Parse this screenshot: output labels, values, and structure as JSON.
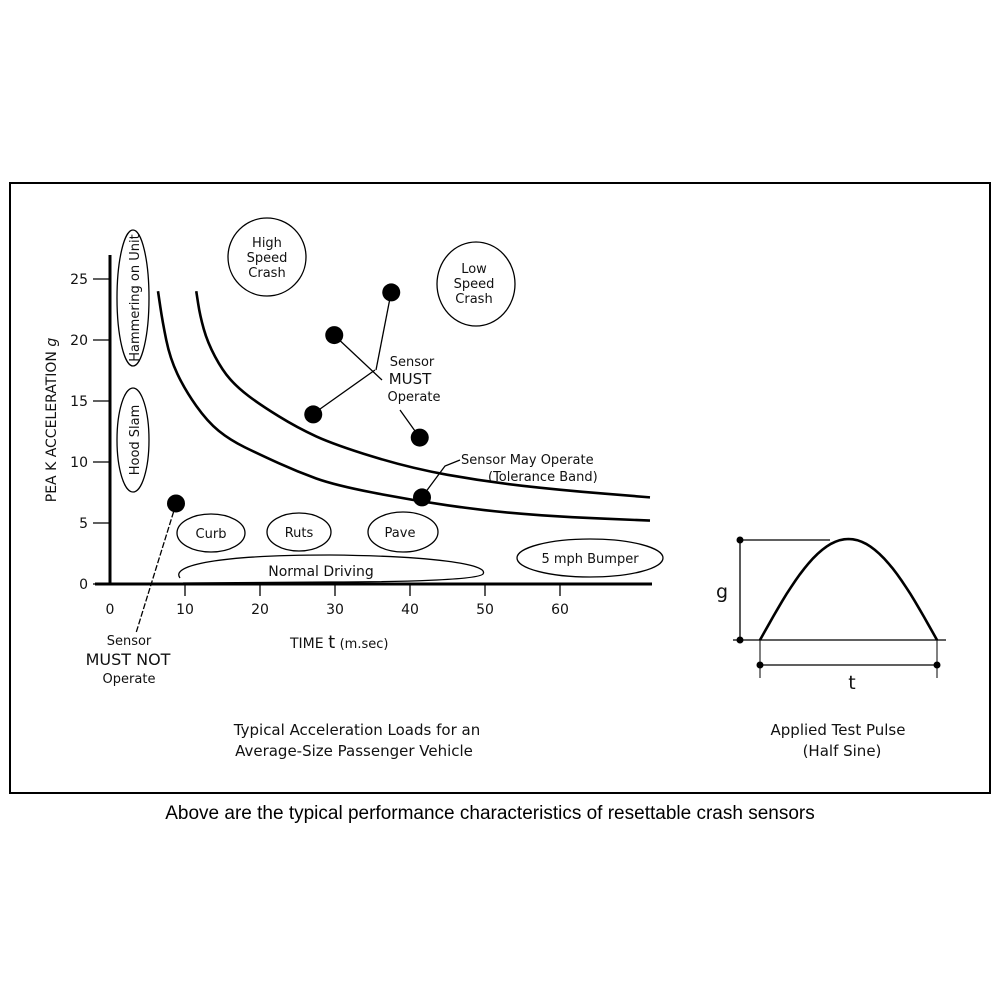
{
  "chart_data": {
    "type": "line",
    "title": "Typical Acceleration Loads for an",
    "title_line2": "Average-Size Passenger Vehicle",
    "xlabel": "TIME",
    "xlabel_symbol": "t",
    "xlabel_unit": "(m.sec)",
    "ylabel": "PEA K ACCELERATION",
    "ylabel_symbol": "g",
    "xlim": [
      0,
      72
    ],
    "ylim": [
      0,
      27
    ],
    "x_ticks": [
      "0",
      "10",
      "20",
      "30",
      "40",
      "50",
      "60"
    ],
    "y_ticks": [
      "0",
      "5",
      "10",
      "15",
      "20",
      "25"
    ],
    "series": [
      {
        "name": "lower-threshold",
        "x": [
          6.4,
          7,
          8,
          10,
          13,
          16,
          20,
          25,
          30,
          40,
          50,
          60,
          72
        ],
        "y": [
          24,
          21.5,
          18.5,
          15.9,
          13.3,
          11.8,
          10.6,
          9.2,
          8.1,
          6.9,
          6.0,
          5.5,
          5.2
        ]
      },
      {
        "name": "upper-threshold",
        "x": [
          11.5,
          12,
          13,
          15,
          17,
          20,
          25,
          30,
          40,
          50,
          60,
          72
        ],
        "y": [
          24,
          22,
          19.8,
          17.5,
          16.1,
          14.7,
          12.8,
          11.4,
          9.5,
          8.4,
          7.7,
          7.1
        ]
      }
    ],
    "points": [
      {
        "x": 8.8,
        "y": 6.6,
        "group": "must-not"
      },
      {
        "x": 29.9,
        "y": 20.4,
        "group": "must"
      },
      {
        "x": 37.5,
        "y": 23.9,
        "group": "must"
      },
      {
        "x": 27.1,
        "y": 13.9,
        "group": "must"
      },
      {
        "x": 41.3,
        "y": 12.0,
        "group": "must"
      },
      {
        "x": 41.6,
        "y": 7.1,
        "group": "may"
      }
    ],
    "annotations": {
      "hammering": "Hammering on Unit",
      "hood_slam": "Hood Slam",
      "high_speed": [
        "High",
        "Speed",
        "Crash"
      ],
      "low_speed": [
        "Low",
        "Speed",
        "Crash"
      ],
      "must_operate": [
        "Sensor",
        "MUST",
        "Operate"
      ],
      "may_operate": [
        "Sensor May Operate",
        "(Tolerance Band)"
      ],
      "must_not": [
        "Sensor",
        "MUST NOT",
        "Operate"
      ],
      "curb": "Curb",
      "ruts": "Ruts",
      "pave": "Pave",
      "bumper": "5 mph Bumper",
      "normal": "Normal Driving"
    }
  },
  "pulse": {
    "title": "Applied Test Pulse",
    "subtitle": "(Half Sine)",
    "g_label": "g",
    "t_label": "t"
  },
  "caption": "Above are the typical performance characteristics of resettable crash sensors"
}
